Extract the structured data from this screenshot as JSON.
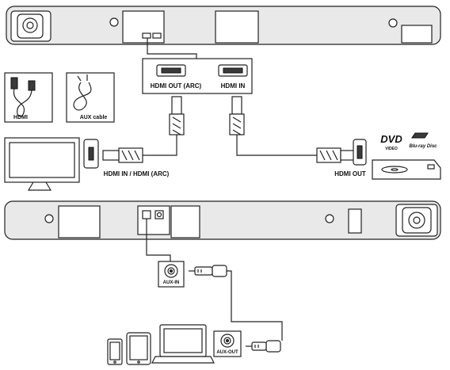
{
  "labels": {
    "hdmi_out_arc": "HDMI OUT (ARC)",
    "hdmi_in": "HDMI IN",
    "hdmi_cable": "HDMI",
    "aux_cable": "AUX cable",
    "tv_hdmi_in": "HDMI IN / HDMI (ARC)",
    "player_hdmi_out": "HDMI OUT",
    "aux_in": "AUX-IN",
    "aux_out": "AUX-OUT",
    "dvd_logo": "DVD",
    "dvd_sub": "VIDEO",
    "bluray_logo": "Blu-ray Disc"
  }
}
